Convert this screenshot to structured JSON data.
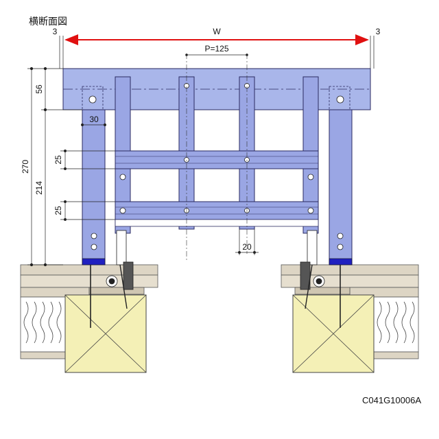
{
  "title": "横断面図",
  "drawing_code": "C041G10006A",
  "dimensions": {
    "width_label": "W",
    "left_clearance": "3",
    "right_clearance": "3",
    "pitch": "P=125",
    "top_rail_height": "56",
    "post_width": "30",
    "total_height": "270",
    "post_height": "214",
    "upper_rail_height": "25",
    "lower_rail_height": "25",
    "bar_width": "20"
  },
  "colors": {
    "frame": "#9aa6e4",
    "frame_top": "#a9b6ea",
    "frame_stroke": "#2a2a60",
    "dimension_arrow": "#e01010",
    "timber": "#f4f0b6",
    "slab": "#ddd5c4",
    "insulation": "#ffffff",
    "base_plate": "#2020c0"
  }
}
